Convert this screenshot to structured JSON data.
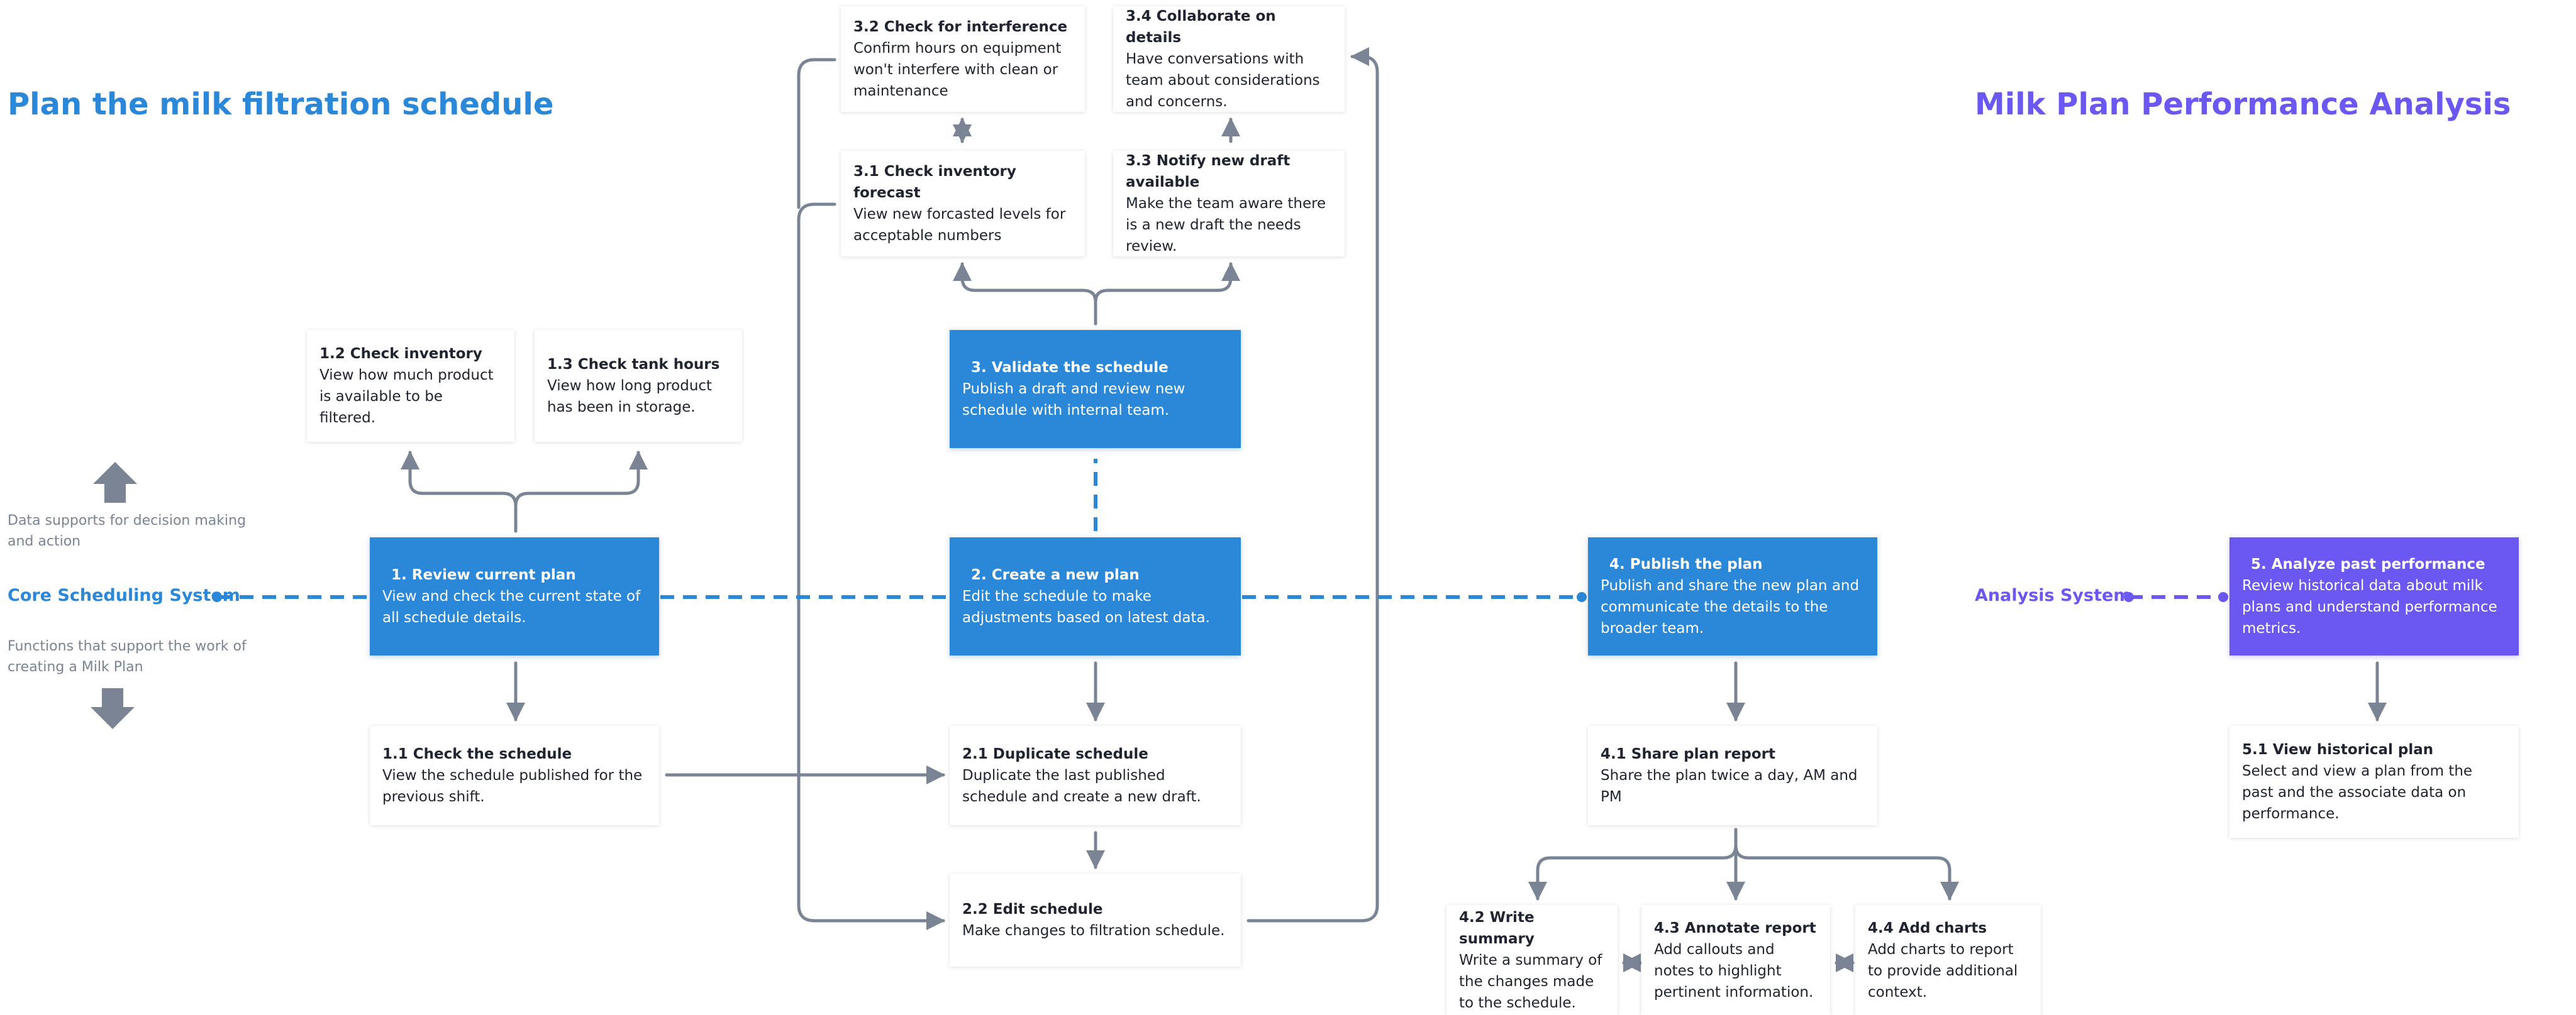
{
  "titles": {
    "left": "Plan the milk filtration schedule",
    "right": "Milk Plan Performance Analysis"
  },
  "systems": {
    "core": "Core Scheduling System",
    "analysis": "Analysis System"
  },
  "notes": {
    "up": "Data supports for decision making and action",
    "down": "Functions that support the work of creating a Milk Plan"
  },
  "steps": {
    "s1": {
      "title": "1.  Review current plan",
      "desc": "View and check the current state of all schedule details."
    },
    "s1_1": {
      "title": "1.1 Check the schedule",
      "desc": "View the schedule published for the previous shift."
    },
    "s1_2": {
      "title": "1.2 Check inventory",
      "desc": "View how much product is available to be filtered."
    },
    "s1_3": {
      "title": "1.3 Check tank hours",
      "desc": "View how long product has been in storage."
    },
    "s2": {
      "title": "2.  Create a new plan",
      "desc": "Edit the schedule to make adjustments based on latest data."
    },
    "s2_1": {
      "title": "2.1 Duplicate schedule",
      "desc": "Duplicate the last published schedule and create a new draft."
    },
    "s2_2": {
      "title": "2.2 Edit schedule",
      "desc": "Make changes to filtration schedule."
    },
    "s3": {
      "title": "3.  Validate the schedule",
      "desc": "Publish a draft and review new schedule with internal team."
    },
    "s3_1": {
      "title": "3.1 Check inventory forecast",
      "desc": "View new forcasted levels for acceptable numbers"
    },
    "s3_2": {
      "title": "3.2 Check for interference",
      "desc": "Confirm hours on equipment won't interfere with clean or maintenance"
    },
    "s3_3": {
      "title": "3.3 Notify new draft available",
      "desc": "Make the team aware there is a new draft the needs review."
    },
    "s3_4": {
      "title": "3.4 Collaborate on details",
      "desc": "Have conversations with team about considerations and concerns."
    },
    "s4": {
      "title": "4.  Publish the plan",
      "desc": "Publish and share the new plan and communicate the details to the broader team."
    },
    "s4_1": {
      "title": "4.1 Share plan report",
      "desc": "Share the plan twice a day, AM and PM"
    },
    "s4_2": {
      "title": "4.2 Write summary",
      "desc": "Write a summary of the changes made to the schedule."
    },
    "s4_3": {
      "title": "4.3 Annotate report",
      "desc": "Add callouts and notes to highlight pertinent information."
    },
    "s4_4": {
      "title": "4.4 Add charts",
      "desc": "Add charts to report to provide additional context."
    },
    "s5": {
      "title": "5.  Analyze past performance",
      "desc": "Review historical data about milk plans and understand performance metrics."
    },
    "s5_1": {
      "title": "5.1 View historical plan",
      "desc": "Select and view a plan from the past and the associate data on performance."
    }
  },
  "colors": {
    "primary": "#2b88d8",
    "analysis": "#6b57f2",
    "connector": "#7a8494",
    "text": "#1f2430"
  }
}
